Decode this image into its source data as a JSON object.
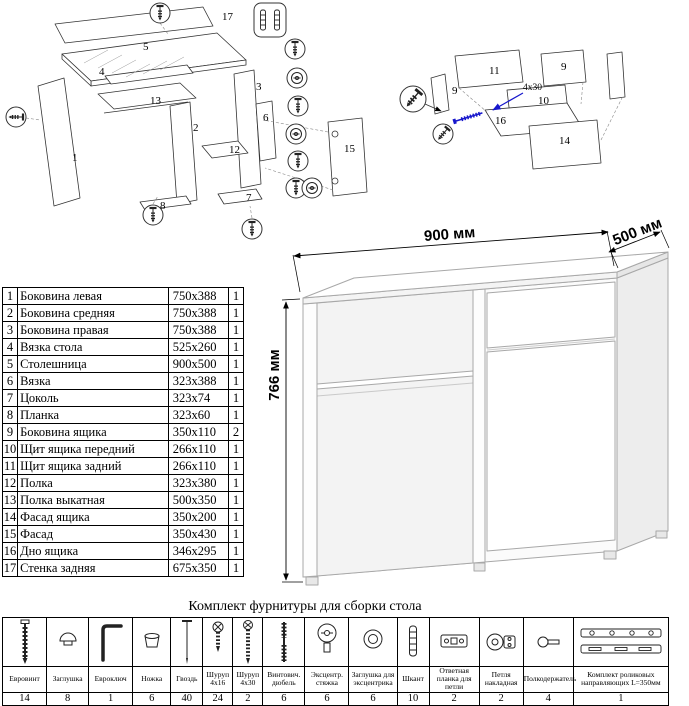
{
  "dimensions": {
    "width": "900 мм",
    "depth": "500 мм",
    "height": "766 мм"
  },
  "diagram_labels": {
    "main": {
      "p1": "1",
      "p2": "2",
      "p3": "3",
      "p4": "4",
      "p5": "5",
      "p6": "6",
      "p7": "7",
      "p8": "8",
      "p12": "12",
      "p13": "13",
      "p15": "15",
      "p17": "17"
    },
    "drawer": {
      "p9a": "9",
      "p9b": "9",
      "p10": "10",
      "p11": "11",
      "p14": "14",
      "p16": "16",
      "screw_note": "4x30"
    }
  },
  "parts_table": {
    "rows": [
      {
        "num": "1",
        "name": "Боковина левая",
        "size": "750x388",
        "qty": "1"
      },
      {
        "num": "2",
        "name": "Боковина средняя",
        "size": "750x388",
        "qty": "1"
      },
      {
        "num": "3",
        "name": "Боковина правая",
        "size": "750x388",
        "qty": "1"
      },
      {
        "num": "4",
        "name": "Вязка стола",
        "size": "525x260",
        "qty": "1"
      },
      {
        "num": "5",
        "name": "Столешница",
        "size": "900x500",
        "qty": "1"
      },
      {
        "num": "6",
        "name": "Вязка",
        "size": "323x388",
        "qty": "1"
      },
      {
        "num": "7",
        "name": "Цоколь",
        "size": "323x74",
        "qty": "1"
      },
      {
        "num": "8",
        "name": "Планка",
        "size": "323x60",
        "qty": "1"
      },
      {
        "num": "9",
        "name": "Боковина ящика",
        "size": "350x110",
        "qty": "2"
      },
      {
        "num": "10",
        "name": "Щит ящика передний",
        "size": "266x110",
        "qty": "1"
      },
      {
        "num": "11",
        "name": "Щит ящика задний",
        "size": "266x110",
        "qty": "1"
      },
      {
        "num": "12",
        "name": "Полка",
        "size": "323x380",
        "qty": "1"
      },
      {
        "num": "13",
        "name": "Полка выкатная",
        "size": "500x350",
        "qty": "1"
      },
      {
        "num": "14",
        "name": "Фасад ящика",
        "size": "350x200",
        "qty": "1"
      },
      {
        "num": "15",
        "name": "Фасад",
        "size": "350x430",
        "qty": "1"
      },
      {
        "num": "16",
        "name": "Дно ящика",
        "size": "346x295",
        "qty": "1"
      },
      {
        "num": "17",
        "name": "Стенка задняя",
        "size": "675x350",
        "qty": "1"
      }
    ]
  },
  "hardware": {
    "title": "Комплект фурнитуры для сборки стола",
    "items": [
      {
        "name": "Евровинт",
        "qty": "14",
        "icon": "eurovint"
      },
      {
        "name": "Заглушка",
        "qty": "8",
        "icon": "zaglushka"
      },
      {
        "name": "Евроключ",
        "qty": "1",
        "icon": "evroklyuch"
      },
      {
        "name": "Ножка",
        "qty": "6",
        "icon": "nozhka"
      },
      {
        "name": "Гвоздь",
        "qty": "40",
        "icon": "gvozd"
      },
      {
        "name": "Шуруп 4x16",
        "qty": "24",
        "icon": "shurup16"
      },
      {
        "name": "Шуруп 4x30",
        "qty": "2",
        "icon": "shurup30"
      },
      {
        "name": "Винтович. дюбель",
        "qty": "6",
        "icon": "vint-dyubel"
      },
      {
        "name": "Эксцентр. стяжка",
        "qty": "6",
        "icon": "excentrik"
      },
      {
        "name": "Заглушка для эксцентрика",
        "qty": "6",
        "icon": "zaglushka-exc"
      },
      {
        "name": "Шкант",
        "qty": "10",
        "icon": "shkant"
      },
      {
        "name": "Ответная планка для петли",
        "qty": "2",
        "icon": "otv-planka"
      },
      {
        "name": "Петля накладная",
        "qty": "2",
        "icon": "petlya"
      },
      {
        "name": "Полкодержатель",
        "qty": "4",
        "icon": "polkoderzhatel"
      },
      {
        "name": "Комплект роликовых направляющих L=350мм",
        "qty": "1",
        "icon": "napravlyayushchie"
      }
    ]
  }
}
